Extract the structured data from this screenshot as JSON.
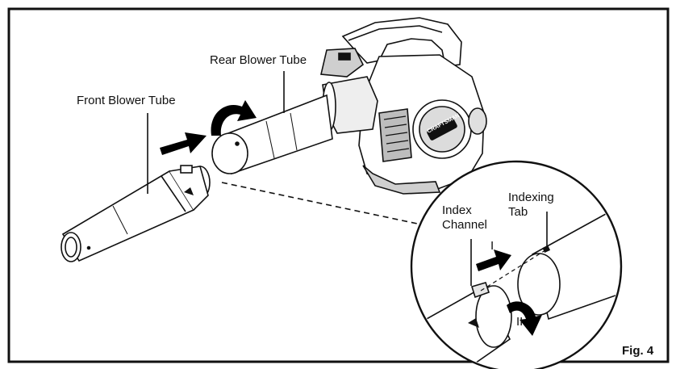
{
  "labels": {
    "rear_blower_tube": "Rear Blower Tube",
    "front_blower_tube": "Front Blower Tube",
    "index_channel_line1": "Index",
    "index_channel_line2": "Channel",
    "indexing_tab_line1": "Indexing",
    "indexing_tab_line2": "Tab",
    "step_one": "I",
    "step_two": "II"
  },
  "figure_label": "Fig. 4",
  "brand_text": "CRAFTSMAN",
  "colors": {
    "line": "#111111",
    "arrow": "#000000",
    "body_gray": "#9a9a9a",
    "background": "#ffffff"
  }
}
